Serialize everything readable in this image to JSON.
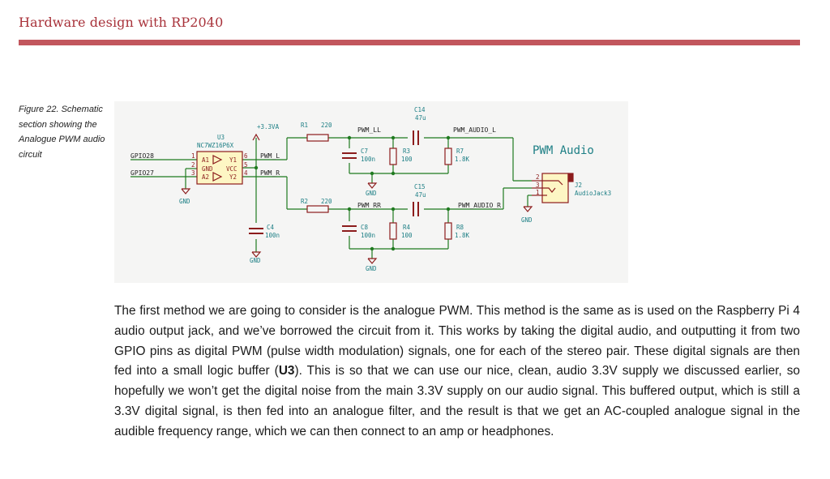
{
  "header": {
    "title": "Hardware design with RP2040",
    "accent_color": "#c2565d",
    "title_color": "#a8323a"
  },
  "figure": {
    "caption": "Figure 22. Schematic section showing the Analogue PWM audio circuit",
    "schematic": {
      "title": "PWM Audio",
      "u3": {
        "ref": "U3",
        "part": "NC7WZ16P6X",
        "pins": [
          "A1",
          "GND",
          "A2",
          "Y1",
          "VCC",
          "Y2"
        ],
        "pin_numbers": [
          "1",
          "2",
          "3",
          "6",
          "5",
          "4"
        ]
      },
      "nets": {
        "gpio28": "GPIO28",
        "gpio27": "GPIO27",
        "pwm_l": "PWM_L",
        "pwm_r": "PWM_R",
        "pwm_ll": "PWM_LL",
        "pwm_rr": "PWM_RR",
        "pwm_audio_l": "PWM_AUDIO_L",
        "pwm_audio_r": "PWM_AUDIO_R",
        "supply": "+3.3VA",
        "gnd": "GND"
      },
      "r1": {
        "ref": "R1",
        "value": "220"
      },
      "r2": {
        "ref": "R2",
        "value": "220"
      },
      "c4": {
        "ref": "C4",
        "value": "100n"
      },
      "c7": {
        "ref": "C7",
        "value": "100n"
      },
      "c8": {
        "ref": "C8",
        "value": "100n"
      },
      "r3": {
        "ref": "R3",
        "value": "100"
      },
      "r4": {
        "ref": "R4",
        "value": "100"
      },
      "c14": {
        "ref": "C14",
        "value": "47u"
      },
      "c15": {
        "ref": "C15",
        "value": "47u"
      },
      "r7": {
        "ref": "R7",
        "value": "1.8K"
      },
      "r8": {
        "ref": "R8",
        "value": "1.8K"
      },
      "j2": {
        "ref": "J2",
        "part": "AudioJack3",
        "pins": [
          "2",
          "3",
          "1"
        ]
      }
    }
  },
  "body": {
    "text_before_bold": "The first method we are going to consider is the analogue PWM. This method is the same as is used on the Raspberry Pi 4 audio output jack, and we’ve borrowed the circuit from it. This works by taking the digital audio, and outputting it from two GPIO pins as digital PWM (pulse width modulation) signals, one for each of the stereo pair. These digital signals are then fed into a small logic buffer (",
    "bold": "U3",
    "text_after_bold": "). This is so that we can use our nice, clean, audio 3.3V supply we discussed earlier, so hopefully we won’t get the digital noise from the main 3.3V supply on our audio signal. This buffered output, which is still a 3.3V digital signal, is then fed into an analogue filter, and the result is that we get an AC-coupled analogue signal in the audible frequency range, which we can then connect to an amp or headphones."
  }
}
